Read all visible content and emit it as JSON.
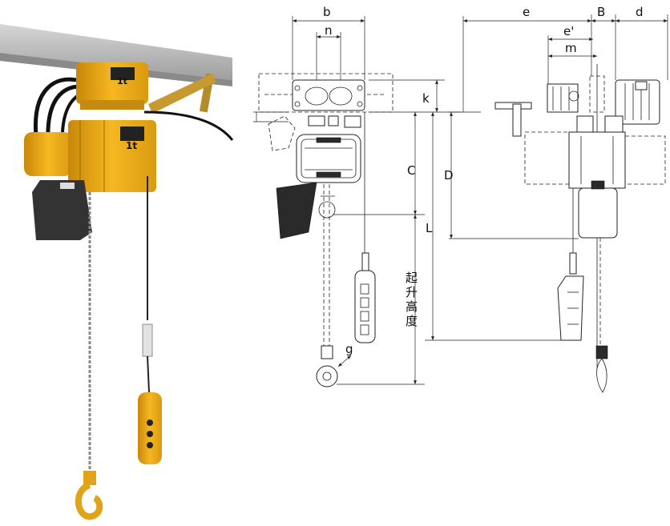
{
  "labels": {
    "b": "b",
    "n": "n",
    "k": "k",
    "C": "C",
    "D": "D",
    "L": "L",
    "g": "g",
    "e": "e",
    "B": "B",
    "d": "d",
    "e_prime": "e'",
    "m": "m",
    "lift_height": [
      "起",
      "升",
      "高",
      "度"
    ]
  },
  "product_marks": {
    "nameplate_top": "1t",
    "nameplate_body": "1t"
  },
  "colors": {
    "hoist_yellow": "#f1b21c",
    "hoist_shadow": "#c78a0c",
    "rail_gray": "#b9b9b9",
    "pendant_black": "#2b2b2b",
    "line": "#222222"
  }
}
